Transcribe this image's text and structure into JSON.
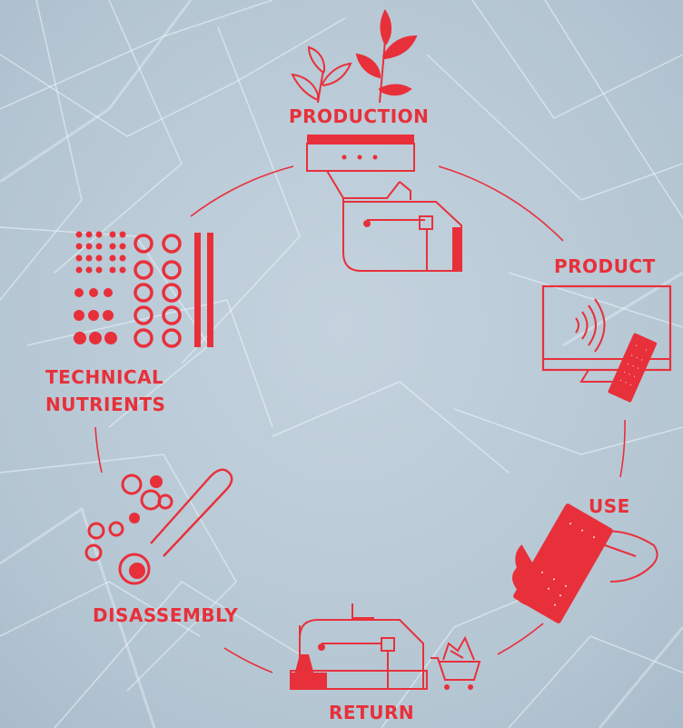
{
  "colors": {
    "accent": "#e8303a",
    "background": "#b7c8d4",
    "background_light": "#d7e6ee",
    "network_lines": "#eef8fb"
  },
  "stages": {
    "production": "PRODUCTION",
    "product": "PRODUCT",
    "use": "USE",
    "return": "RETURN",
    "disassembly": "DISASSEMBLY",
    "technical_nutrients_line1": "TECHNICAL",
    "technical_nutrients_line2": "NUTRIENTS"
  },
  "icons": {
    "production": "plant-sprouts-and-hopper-machine-icon",
    "product": "television-with-remote-icon",
    "use": "hand-holding-remote-icon",
    "return": "machine-with-shopping-cart-icon",
    "disassembly": "wrench-with-circles-icon",
    "technical_nutrients": "dots-and-rings-grid-icon"
  }
}
